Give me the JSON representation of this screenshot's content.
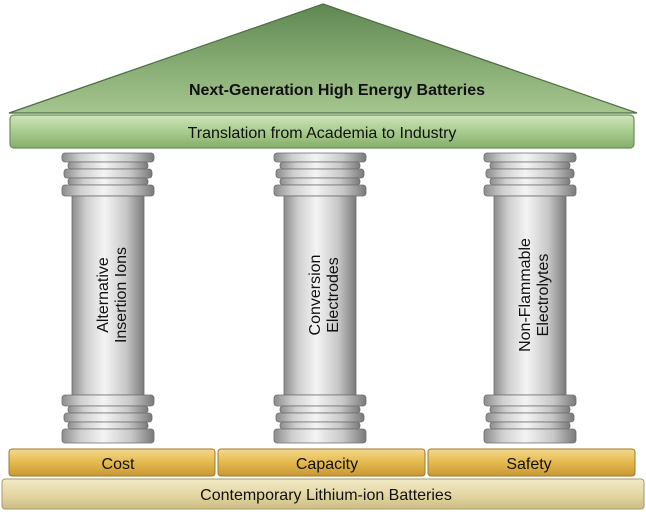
{
  "roof": {
    "title": "Next-Generation High Energy Batteries"
  },
  "band": {
    "label": "Translation from Academia to Industry"
  },
  "pillars": [
    {
      "line1": "Alternative",
      "line2": "Insertion Ions"
    },
    {
      "line1": "Conversion",
      "line2": "Electrodes"
    },
    {
      "line1": "Non-Flammable",
      "line2": "Electrolytes"
    }
  ],
  "base_blocks": [
    "Cost",
    "Capacity",
    "Safety"
  ],
  "foundation": {
    "label": "Contemporary Lithium-ion Batteries"
  },
  "colors": {
    "roof_green": "#8fb27a",
    "roof_dark": "#5e8a52",
    "band_green": "#b6d49d",
    "pillar_light": "#eeeeee",
    "pillar_dark": "#8a8a8a",
    "block_gold": "#e6bb4e",
    "foundation_beige": "#e8dcaa"
  }
}
